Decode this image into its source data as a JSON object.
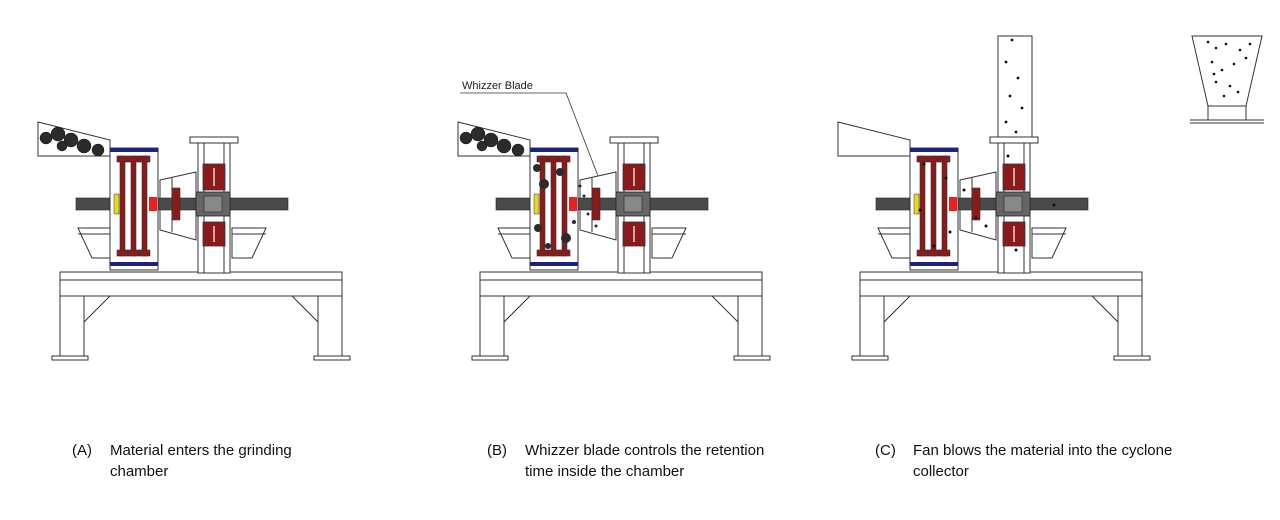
{
  "callout": {
    "whizzer_label": "Whizzer Blade"
  },
  "captions": [
    {
      "letter": "(A)",
      "text": "Material enters the grinding chamber"
    },
    {
      "letter": "(B)",
      "text": "Whizzer blade controls the retention time inside the chamber"
    },
    {
      "letter": "(C)",
      "text": "Fan blows the material into the cyclone collector"
    }
  ],
  "colors": {
    "outline": "#333333",
    "shaft": "#4a4a4a",
    "rotor_red": "#8b1a1a",
    "hub_red": "#e82020",
    "coupling_yellow": "#e6d820",
    "chamber_blue": "#1a237e",
    "particle": "#111111",
    "material": "#2b2b2b"
  }
}
